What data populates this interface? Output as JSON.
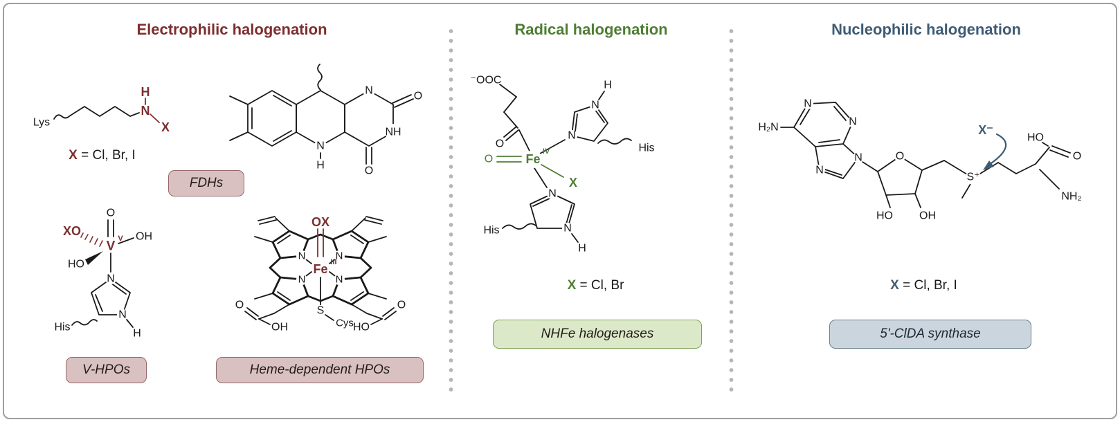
{
  "accents": {
    "electrophilic": "#7d2e2e",
    "radical": "#4e7e34",
    "nucleophilic": "#3f5c75",
    "pink_badge_bg": "#d9c1c1",
    "green_badge_bg": "#dce9c9",
    "slate_badge_bg": "#cbd5dd"
  },
  "sections": {
    "electrophilic": {
      "title": "Electrophilic halogenation",
      "lys": {
        "residue": "Lys",
        "h": "H",
        "n": "N",
        "x": "X"
      },
      "lys_caption": {
        "x": "X",
        "rest": " = Cl, Br, I"
      },
      "fdh": {
        "label": "FDHs",
        "n1": "N",
        "o2": "O",
        "n3h": "NH",
        "o4": "O",
        "n5": "N",
        "h5": "H"
      },
      "vhpo": {
        "label": "V-HPOs",
        "o_top": "O",
        "xo": "XO",
        "v": "V",
        "v_sup": "V",
        "oh": "OH",
        "ho": "HO",
        "n_top": "N",
        "n_h": "N",
        "h": "H",
        "his": "His"
      },
      "heme": {
        "label": "Heme-dependent HPOs",
        "ox": "OX",
        "fe": "Fe",
        "fe_sup": "III",
        "n_tl": "N",
        "n_tr": "N",
        "n_bl": "N",
        "n_br": "N",
        "o_left": "O",
        "oh_left": "OH",
        "ho_right": "HO",
        "o_right": "O",
        "s": "S",
        "cys": "Cys"
      }
    },
    "radical": {
      "title": "Radical halogenation",
      "structure": {
        "ooc": "⁻OOC",
        "o_ketone": "O",
        "o_oxo": "O",
        "fe": "Fe",
        "fe_sup": "IV",
        "x": "X",
        "n_upper": "N",
        "nh_upper": "N",
        "h_upper": "H",
        "his_upper": "His",
        "n_lower": "N",
        "nh_lower": "N",
        "h_lower": "H",
        "his_lower": "His"
      },
      "caption": {
        "x": "X",
        "rest": " = Cl, Br"
      },
      "badge": "NHFe halogenases"
    },
    "nucleophilic": {
      "title": "Nucleophilic halogenation",
      "structure": {
        "h2n": "H₂N",
        "n1": "N",
        "n3": "N",
        "n7": "N",
        "n9": "N",
        "o_ring": "O",
        "ho": "HO",
        "oh": "OH",
        "x": "X⁻",
        "s": "S⁺",
        "ho_acid": "HO",
        "o_acid": "O",
        "nh2": "NH₂"
      },
      "caption": {
        "x": "X",
        "rest": " = Cl, Br, I"
      },
      "badge": "5'-ClDA synthase"
    }
  }
}
